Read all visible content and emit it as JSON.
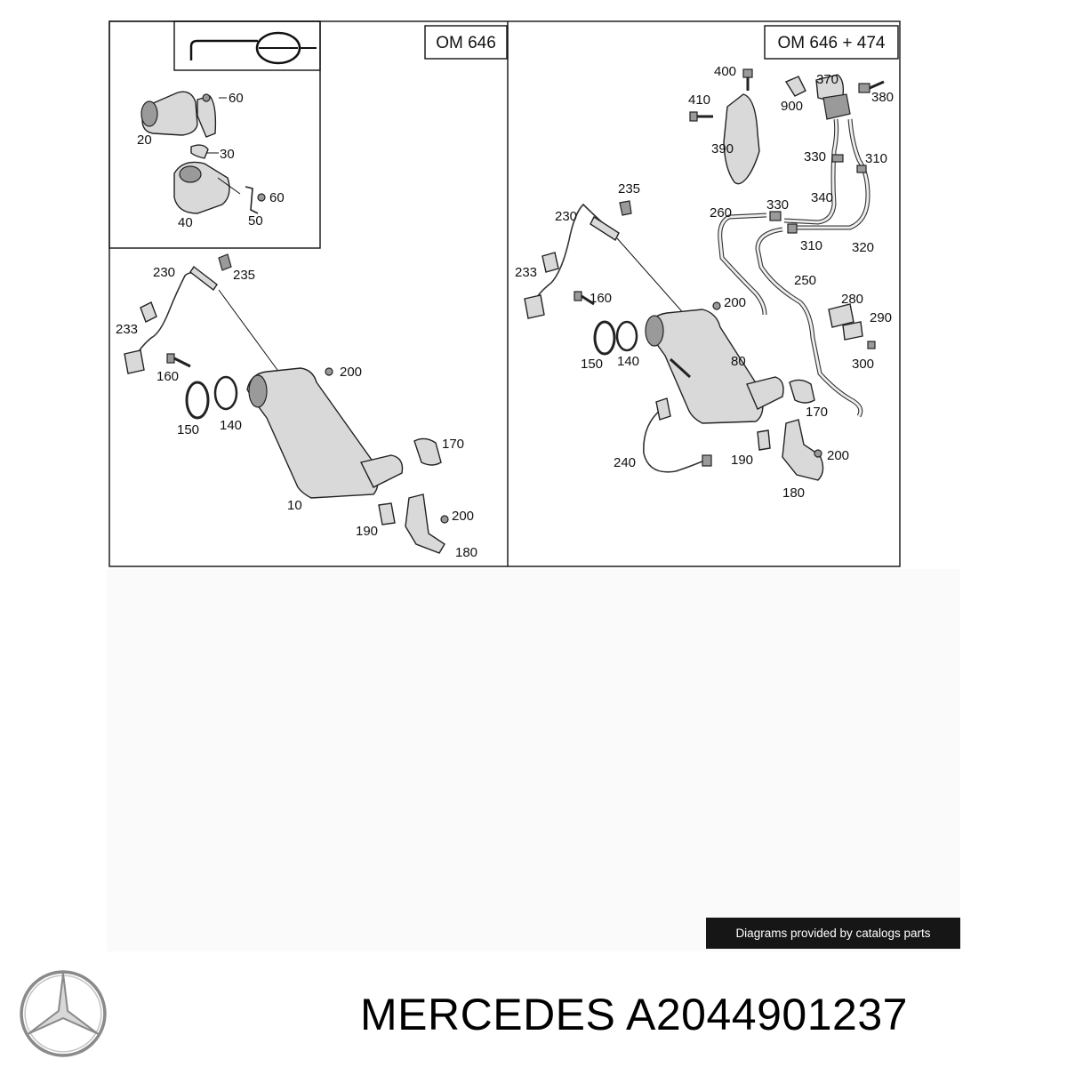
{
  "panels": {
    "left_variant": "OM 646",
    "right_variant": "OM 646 + 474"
  },
  "callouts": {
    "inset": [
      "60",
      "20",
      "30",
      "60",
      "40",
      "50"
    ],
    "left": [
      "230",
      "235",
      "233",
      "160",
      "200",
      "150",
      "140",
      "170",
      "10",
      "200",
      "190",
      "180"
    ],
    "right": [
      "400",
      "370",
      "380",
      "410",
      "900",
      "390",
      "330",
      "310",
      "235",
      "230",
      "340",
      "260",
      "330",
      "233",
      "160",
      "200",
      "310",
      "320",
      "250",
      "280",
      "290",
      "150",
      "140",
      "80",
      "300",
      "170",
      "240",
      "190",
      "200",
      "180"
    ]
  },
  "credit": "Diagrams provided by catalogs parts",
  "footer": {
    "brand": "MERCEDES",
    "part_number": "A2044901237",
    "logo_icon": "mercedes-star-logo"
  }
}
